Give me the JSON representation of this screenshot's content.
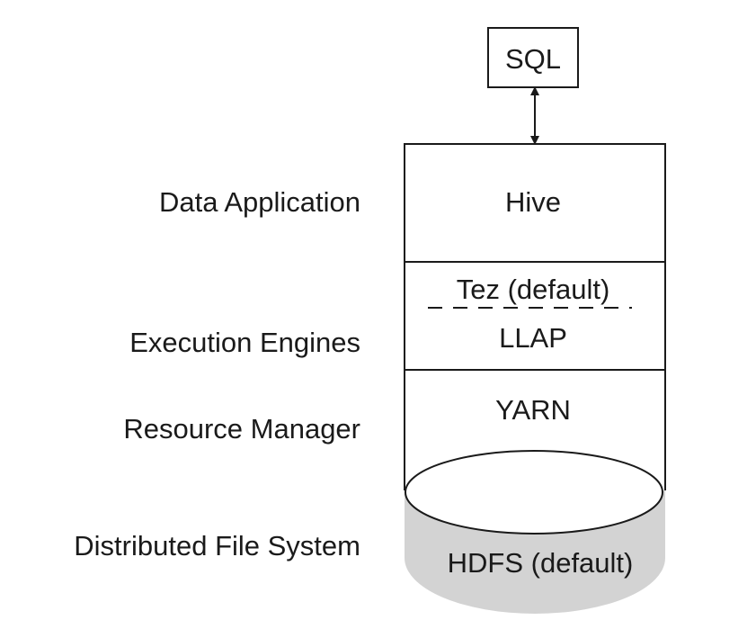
{
  "top_box": {
    "label": "SQL"
  },
  "layers": [
    {
      "side_label": "Data Application",
      "component": "Hive"
    },
    {
      "side_label": "Execution Engines",
      "components": [
        "Tez (default)",
        "LLAP"
      ]
    },
    {
      "side_label": "Resource Manager",
      "component": "YARN"
    },
    {
      "side_label": "Distributed File System",
      "component": "HDFS (default)"
    }
  ],
  "colors": {
    "stroke": "#1a1a1a",
    "storage_fill": "#d3d3d3",
    "background": "#ffffff"
  }
}
